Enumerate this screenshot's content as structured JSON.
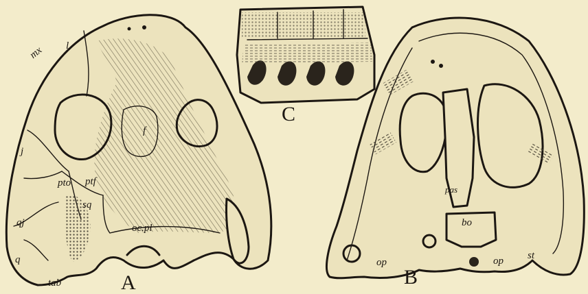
{
  "figure_labels": {
    "A": "A",
    "B": "B",
    "C": "C"
  },
  "dorsal_view_labels": {
    "mx": "mx",
    "l": "l",
    "f": "f",
    "j": "j",
    "pto": "pto",
    "ptf": "ptf",
    "sq": "sq",
    "qj": "qj",
    "q": "q",
    "tab": "tab",
    "ocpl": "oc.pl"
  },
  "ventral_view_labels": {
    "pas": "pas",
    "bo": "bo",
    "op_left": "op",
    "op_right": "op",
    "st": "st"
  },
  "colors": {
    "paper": "#f3eccb",
    "ink": "#1c1712",
    "bone": "#ece3bd",
    "shade": "#8d8565"
  }
}
